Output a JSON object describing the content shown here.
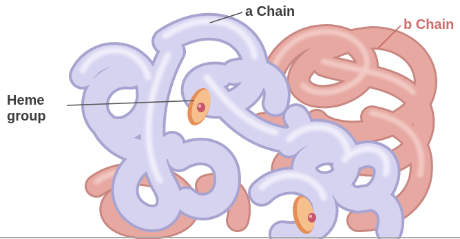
{
  "labels": {
    "alpha_chain": "a Chain",
    "beta_chain": "b Chain",
    "heme_line1": "Heme",
    "heme_line2": "group"
  },
  "colors": {
    "alpha": "#c9c6e9",
    "beta": "#e4a39d",
    "heme_disc": "#efa36f",
    "iron": "#c9556a",
    "leader": "#555555",
    "beta_label": "#d06a6a"
  }
}
